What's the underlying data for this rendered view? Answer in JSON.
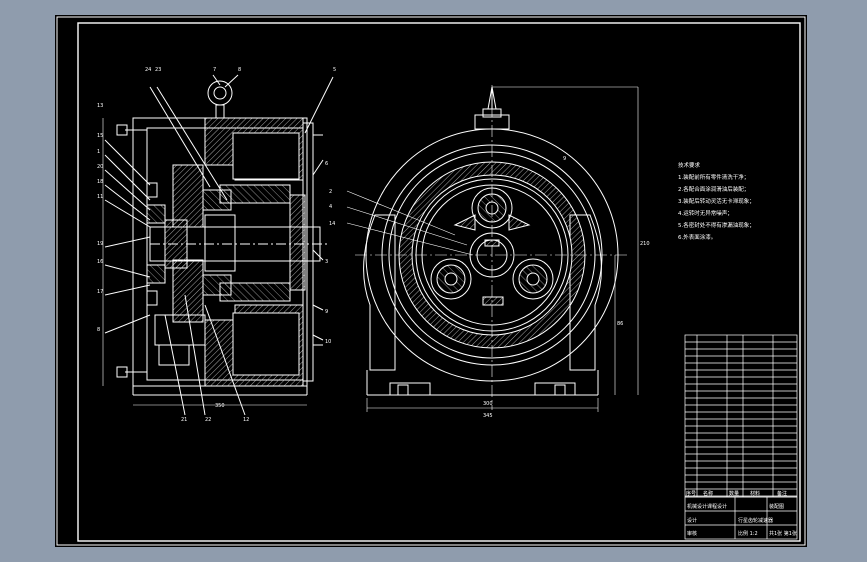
{
  "technical_requirements": {
    "heading": "技术要求",
    "lines": [
      "1.装配前所有零件清洗干净；",
      "2.各配合面涂润滑油后装配；",
      "3.装配后转动灵活无卡滞现象；",
      "4.运转时无异常噪声；",
      "5.各密封处不得有渗漏油现象；",
      "6.外表面涂漆。"
    ]
  },
  "title_block": {
    "drawing_name": "行星齿轮减速器",
    "material_label": "装配图",
    "scale_text": "比例 1:2",
    "school_text": "机械设计课程设计",
    "sheet_text": "共1张 第1张",
    "designer_text": "设计",
    "checker_text": "审核"
  },
  "bom_header": [
    "序号",
    "名称",
    "数量",
    "材料",
    "备注"
  ],
  "colors": {
    "background": "#8f9cad",
    "sheet": "#000000",
    "lines": "#ffffff",
    "hatch": "#d9d9d9"
  }
}
